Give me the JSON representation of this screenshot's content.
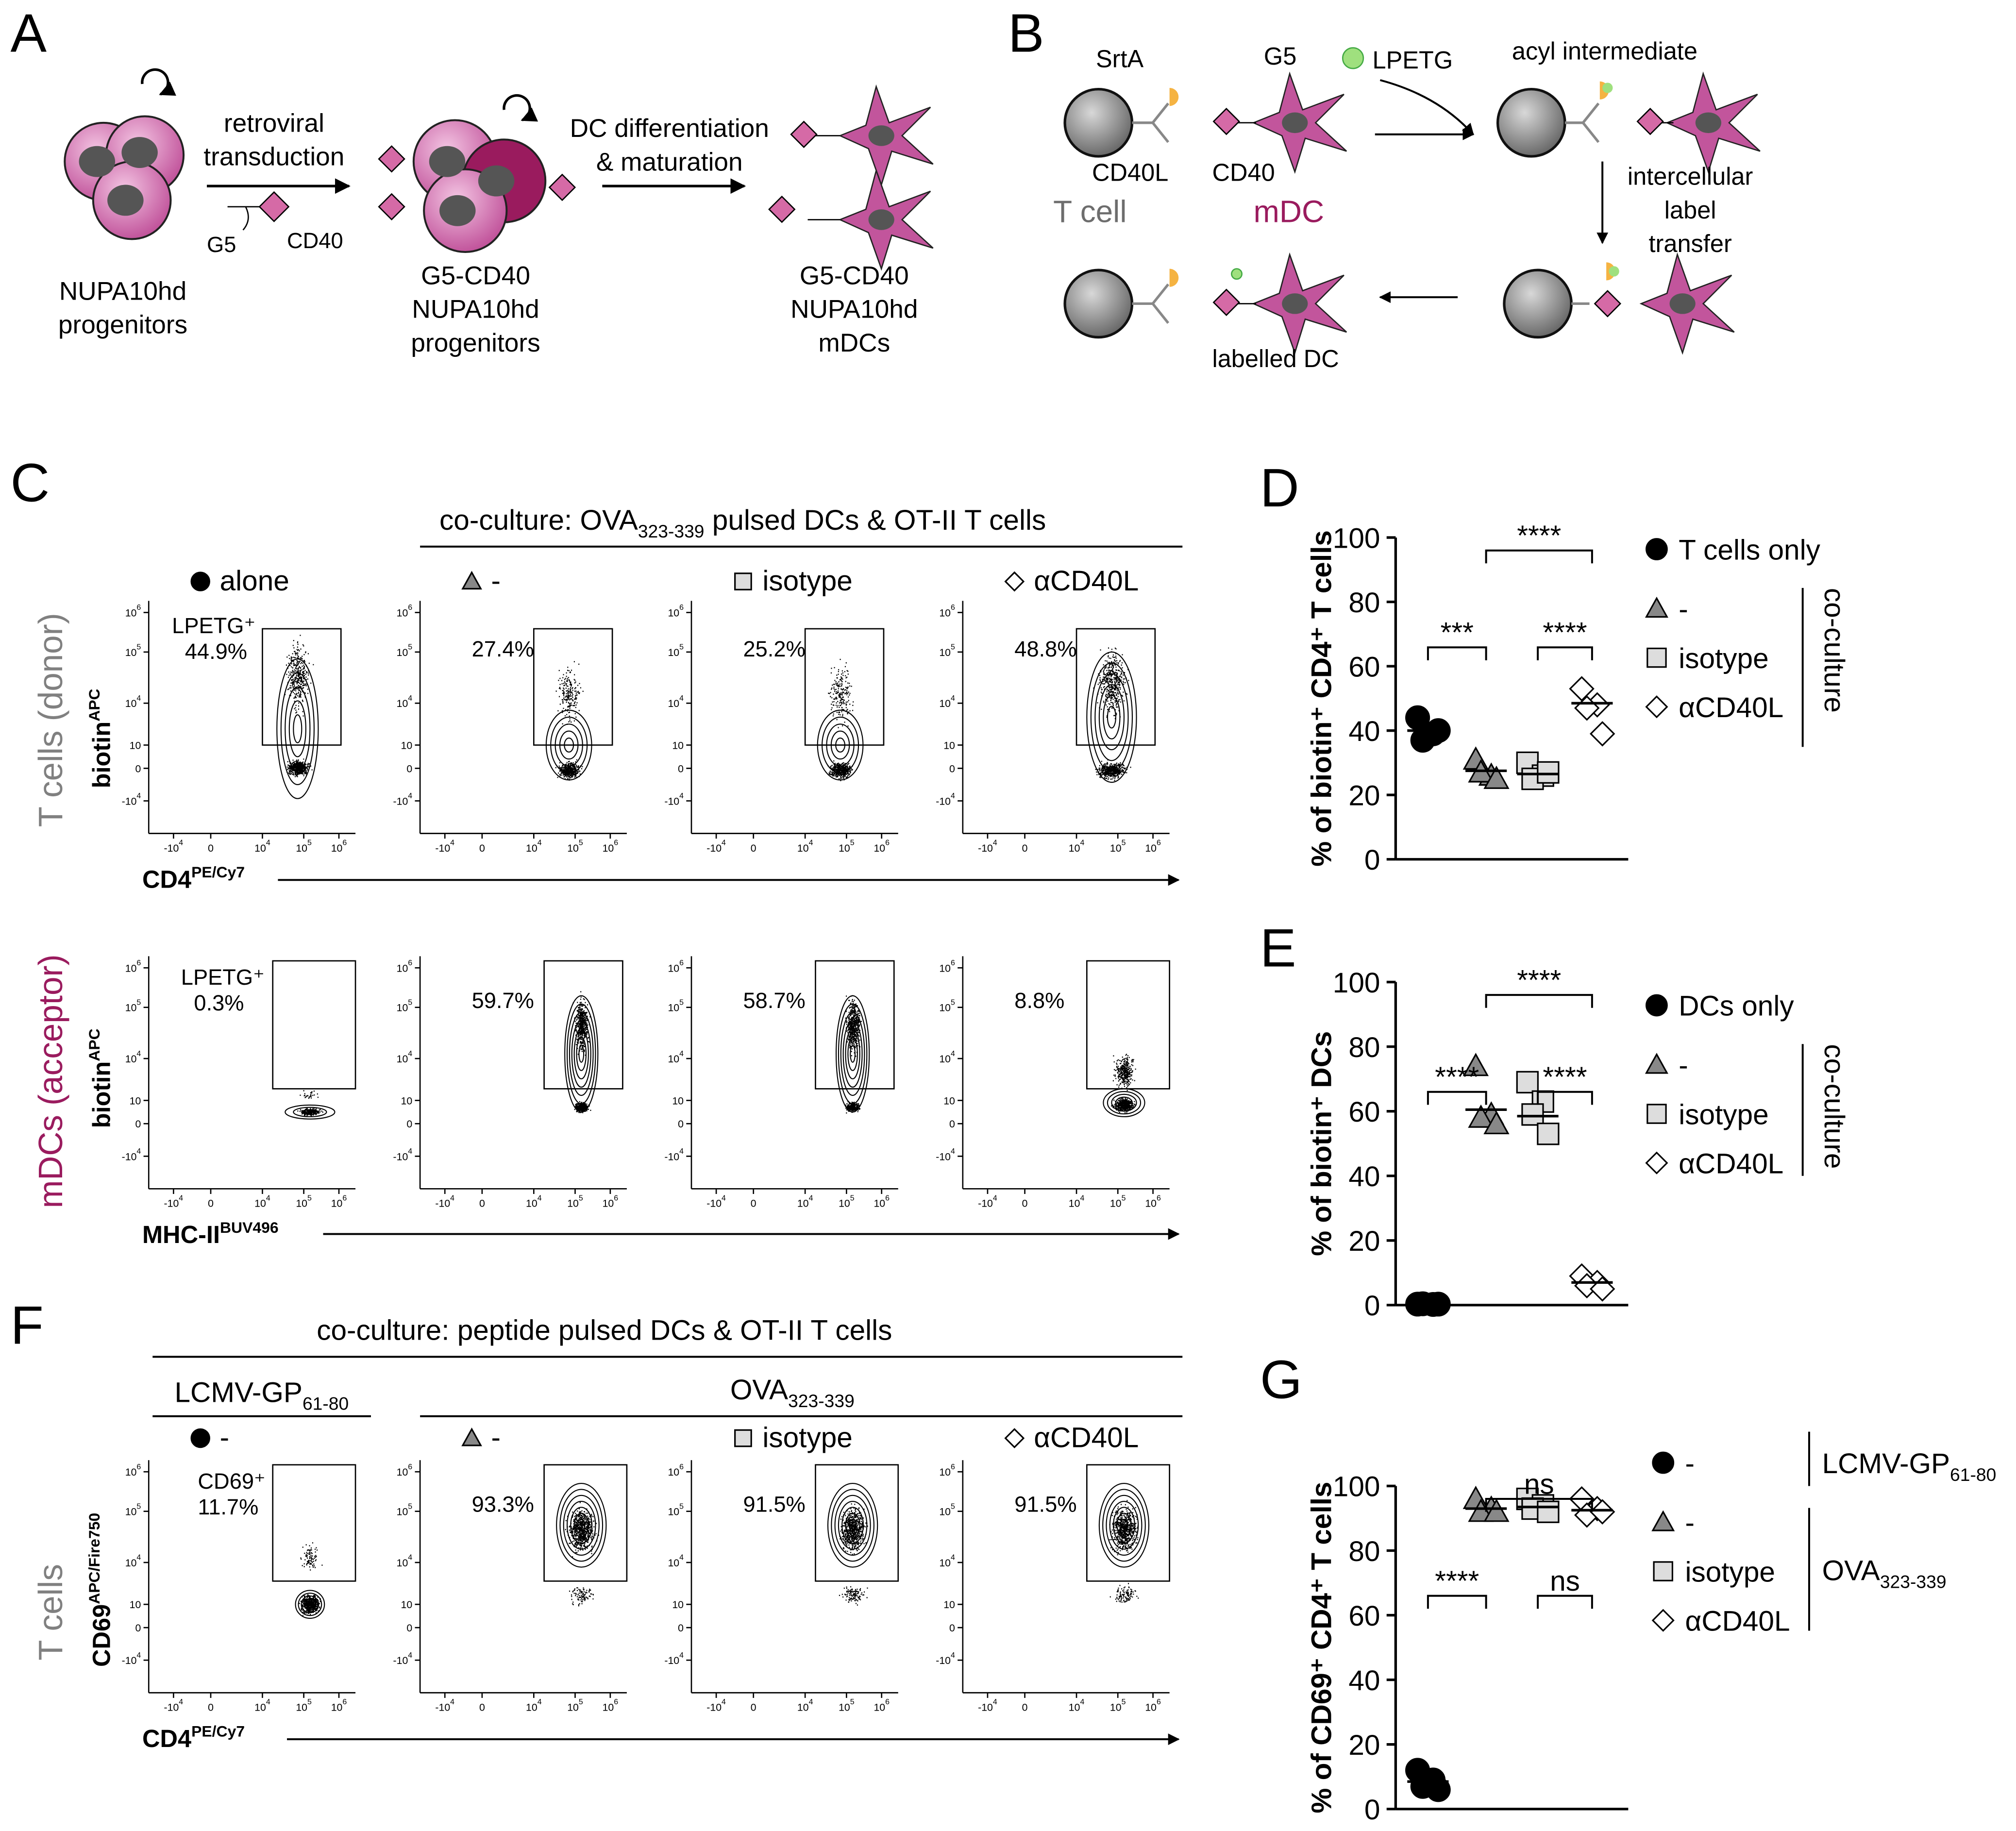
{
  "panels": {
    "A": "A",
    "B": "B",
    "C": "C",
    "D": "D",
    "E": "E",
    "F": "F",
    "G": "G"
  },
  "panelA": {
    "step1": [
      "retroviral",
      "transduction"
    ],
    "step2": [
      "DC differentiation",
      "& maturation"
    ],
    "g5": "G5",
    "cd40": "CD40",
    "label1": [
      "NUPA10hd",
      "progenitors"
    ],
    "label2": [
      "G5-CD40",
      "NUPA10hd",
      "progenitors"
    ],
    "label3": [
      "G5-CD40",
      "NUPA10hd",
      "mDCs"
    ],
    "colors": {
      "cell": "#c2559c",
      "cellDark": "#9a1b5e",
      "marker": "#d56aa6"
    }
  },
  "panelB": {
    "srta": "SrtA",
    "g5": "G5",
    "lpetg": "LPETG",
    "cd40l": "CD40L",
    "cd40": "CD40",
    "tcell": "T cell",
    "mdc": "mDC",
    "acyl": "acyl intermediate",
    "transfer": [
      "intercellular",
      "label",
      "transfer"
    ],
    "labelled": "labelled DC",
    "colors": {
      "tcell": "#6d6d6d",
      "mdc": "#9a1b5e",
      "srta": "#f5b342",
      "lpetg": "#9fe07e"
    }
  },
  "panelC": {
    "header": {
      "prefix": "co-culture: OVA",
      "sub": "323-339",
      "suffix": " pulsed DCs & OT-II T cells"
    },
    "conds": [
      {
        "sym": "circle",
        "label": "alone"
      },
      {
        "sym": "triangle",
        "label": "-"
      },
      {
        "sym": "square",
        "label": "isotype"
      },
      {
        "sym": "diamond",
        "label": "αCD40L"
      }
    ],
    "rowT": {
      "side": "T cells",
      "sidePar": "(donor)",
      "ylab": "biotin",
      "ysup": "APC",
      "xlab": "CD4",
      "xsup": "PE/Cy7",
      "gate": "LPETG⁺",
      "pcts": [
        "44.9%",
        "27.4%",
        "25.2%",
        "48.8%"
      ]
    },
    "rowD": {
      "side": "mDCs",
      "sidePar": "(acceptor)",
      "ylab": "biotin",
      "ysup": "APC",
      "xlab": "MHC-II",
      "xsup": "BUV496",
      "gate": "LPETG⁺",
      "pcts": [
        "0.3%",
        "59.7%",
        "58.7%",
        "8.8%"
      ]
    },
    "ticksY": [
      "10",
      "10",
      "10",
      "10",
      "0",
      "-10"
    ],
    "ticksYexp": [
      "6",
      "5",
      "4",
      "",
      "",
      "4"
    ],
    "ticksX": [
      "-10",
      "0",
      "10",
      "10",
      "10"
    ],
    "ticksXexp": [
      "4",
      "",
      "4",
      "5",
      "6"
    ]
  },
  "panelF": {
    "header": "co-culture: peptide pulsed DCs & OT-II T cells",
    "lcmv": {
      "text": "LCMV-GP",
      "sub": "61-80"
    },
    "ova": {
      "text": "OVA",
      "sub": "323-339"
    },
    "conds": [
      {
        "sym": "circle",
        "label": "-"
      },
      {
        "sym": "triangle",
        "label": "-"
      },
      {
        "sym": "square",
        "label": "isotype"
      },
      {
        "sym": "diamond",
        "label": "αCD40L"
      }
    ],
    "side": "T cells",
    "ylab": "CD69",
    "ysup": "APC/Fire750",
    "xlab": "CD4",
    "xsup": "PE/Cy7",
    "gate": "CD69⁺",
    "pcts": [
      "11.7%",
      "93.3%",
      "91.5%",
      "91.5%"
    ]
  },
  "chart_data": [
    {
      "type": "scatter",
      "panel": "D",
      "ylabel": "% of biotin⁺ CD4⁺ T cells",
      "ylim": [
        0,
        100
      ],
      "yticks": [
        "0",
        "20",
        "40",
        "60",
        "80",
        "100"
      ],
      "categories": [
        "T cells only",
        "-",
        "isotype",
        "αCD40L"
      ],
      "groupLabel": "co-culture",
      "series": [
        {
          "name": "T cells only",
          "marker": "circle",
          "values": [
            44,
            39,
            37,
            40
          ],
          "mean": 40
        },
        {
          "name": "-",
          "marker": "triangle",
          "values": [
            31,
            26,
            27,
            25
          ],
          "mean": 27.5
        },
        {
          "name": "isotype",
          "marker": "square",
          "values": [
            30,
            26,
            25,
            27
          ],
          "mean": 26.5
        },
        {
          "name": "αCD40L",
          "marker": "diamond",
          "values": [
            53,
            48,
            47,
            39
          ],
          "mean": 48.5
        }
      ],
      "significance": [
        {
          "from": 0,
          "to": 1,
          "label": "***",
          "level": 1
        },
        {
          "from": 2,
          "to": 3,
          "label": "****",
          "level": 1
        },
        {
          "from": 1,
          "to": 3,
          "label": "****",
          "level": 2
        }
      ]
    },
    {
      "type": "scatter",
      "panel": "E",
      "ylabel": "% of biotin⁺ DCs",
      "ylim": [
        0,
        100
      ],
      "yticks": [
        "0",
        "20",
        "40",
        "60",
        "80",
        "100"
      ],
      "categories": [
        "DCs only",
        "-",
        "isotype",
        "αCD40L"
      ],
      "groupLabel": "co-culture",
      "series": [
        {
          "name": "DCs only",
          "marker": "circle",
          "values": [
            0.3,
            0.2,
            0.4,
            0.3
          ],
          "mean": 0.3
        },
        {
          "name": "-",
          "marker": "triangle",
          "values": [
            74,
            59,
            58,
            56
          ],
          "mean": 60.5
        },
        {
          "name": "isotype",
          "marker": "square",
          "values": [
            69,
            63,
            59,
            53
          ],
          "mean": 58.5
        },
        {
          "name": "αCD40L",
          "marker": "diamond",
          "values": [
            9,
            7,
            6,
            5
          ],
          "mean": 7
        }
      ],
      "significance": [
        {
          "from": 0,
          "to": 1,
          "label": "****",
          "level": 1
        },
        {
          "from": 2,
          "to": 3,
          "label": "****",
          "level": 1
        },
        {
          "from": 1,
          "to": 3,
          "label": "****",
          "level": 2
        }
      ]
    },
    {
      "type": "scatter",
      "panel": "G",
      "ylabel": "% of CD69⁺ CD4⁺ T cells",
      "ylim": [
        0,
        100
      ],
      "yticks": [
        "0",
        "20",
        "40",
        "60",
        "80",
        "100"
      ],
      "categories": [
        "-",
        "-",
        "isotype",
        "αCD40L"
      ],
      "groups": [
        {
          "label": "LCMV-GP",
          "sub": "61-80"
        },
        {
          "label": "OVA",
          "sub": "323-339"
        }
      ],
      "series": [
        {
          "name": "-",
          "marker": "circle",
          "values": [
            12,
            9,
            7,
            6
          ],
          "mean": 8.5
        },
        {
          "name": "-",
          "marker": "triangle",
          "values": [
            96,
            93,
            92,
            92
          ],
          "mean": 93
        },
        {
          "name": "isotype",
          "marker": "square",
          "values": [
            96,
            94,
            93,
            92
          ],
          "mean": 93.5
        },
        {
          "name": "αCD40L",
          "marker": "diamond",
          "values": [
            96,
            93,
            91,
            92
          ],
          "mean": 92.5
        }
      ],
      "significance": [
        {
          "from": 0,
          "to": 1,
          "label": "****",
          "level": 1
        },
        {
          "from": 2,
          "to": 3,
          "label": "ns",
          "level": 1
        },
        {
          "from": 1,
          "to": 3,
          "label": "ns",
          "level": 2
        }
      ]
    }
  ]
}
